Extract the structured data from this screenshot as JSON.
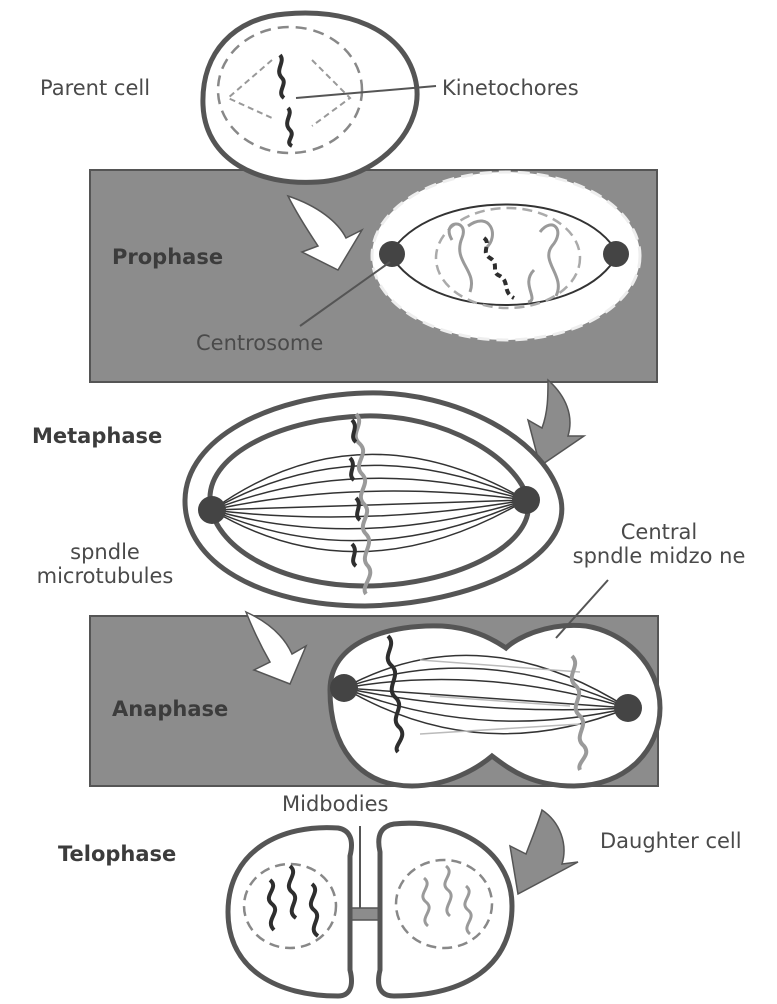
{
  "labels": {
    "parent_cell": "Parent cell",
    "kinetochores": "Kinetochores",
    "centrosome": "Centrosome",
    "spindle_mt_line1": "spndle",
    "spindle_mt_line2": "microtubules",
    "midzone_line1": "Central",
    "midzone_line2": "spndle midzo ne",
    "midbodies": "Midbodies",
    "daughter_cell": "Daughter cell"
  },
  "phases": {
    "prophase": "Prophase",
    "metaphase": "Metaphase",
    "anaphase": "Anaphase",
    "telophase": "Telophase"
  },
  "colors": {
    "panel": "#8c8c8c",
    "outline": "#555555",
    "centrosome": "#444444",
    "chromosome_dark": "#2e2e2e",
    "chromosome_light": "#9a9a9a",
    "arrow_light": "#ffffff",
    "arrow_dark": "#8c8c8c"
  }
}
